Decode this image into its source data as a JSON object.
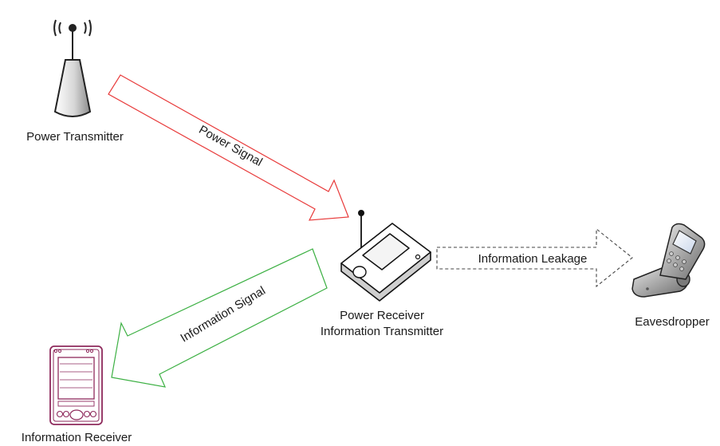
{
  "nodes": {
    "power_transmitter": "Power Transmitter",
    "power_receiver": "Power Receiver",
    "information_transmitter": "Information Transmitter",
    "eavesdropper": "Eavesdropper",
    "information_receiver": "Information Receiver"
  },
  "edges": {
    "power_signal": "Power Signal",
    "information_signal": "Information Signal",
    "information_leakage": "Information Leakage"
  },
  "colors": {
    "power_signal": "#e83a3a",
    "information_signal": "#3cb043",
    "leakage": "#444444",
    "pda": "#8e2a5c"
  }
}
